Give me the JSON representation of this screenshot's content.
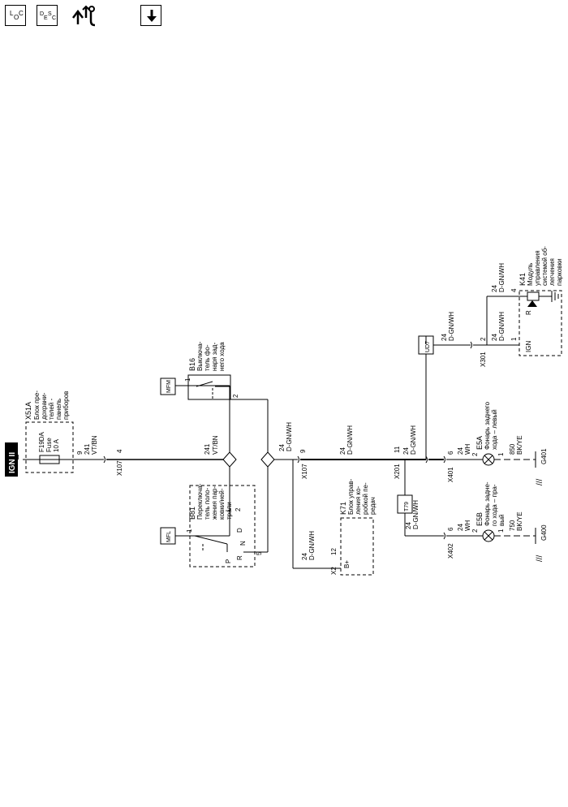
{
  "toolbar": {
    "loc_label": "LOC",
    "desc_label": "DESC",
    "icons": [
      "loc-icon",
      "desc-icon",
      "diagnostics-icon",
      "download-arrow-icon"
    ]
  },
  "diagram": {
    "ign_label": "IGN II",
    "x51a": {
      "id": "X51A",
      "desc": [
        "Блок пре-",
        "дохрани-",
        "телей -",
        "панель",
        "приборов"
      ]
    },
    "fuse": {
      "id": "F19DA",
      "line1": "Fuse",
      "rating": "10 A"
    },
    "w_vtbn": {
      "pin": "9",
      "gauge": "241",
      "color": "VT/BN"
    },
    "x107_4": {
      "conn": "X107",
      "pin": "4"
    },
    "w_vtbn2": {
      "gauge": "241",
      "color": "VT/BN"
    },
    "mfl": "MFL",
    "mfm": "MFM",
    "b16": {
      "id": "B16",
      "desc": [
        "Выключа-",
        "тель фо-",
        "наря зад-",
        "него хода"
      ],
      "pin1": "1",
      "pin2": "2"
    },
    "b81": {
      "id": "B81",
      "desc": [
        "Переключа-",
        "тель поло-",
        "жения пар-",
        "ковки/ней-",
        "трали"
      ],
      "pin1": "1",
      "pin5": "5",
      "p": "P",
      "r": "R",
      "n": "N",
      "d": "D",
      "l": "L",
      "two": "2"
    },
    "w_dgnwh_1": {
      "gauge": "24",
      "color": "D-GN/WH"
    },
    "x107_9": {
      "conn": "X107",
      "pin": "9"
    },
    "w_dgnwh_2": {
      "gauge": "24",
      "color": "D-GN/WH"
    },
    "x201_11": {
      "conn": "X201",
      "pin": "11"
    },
    "w_dgnwh_3": {
      "gauge": "24",
      "color": "D-GN/WH"
    },
    "k71": {
      "id": "K71",
      "desc": [
        "Блок управ-",
        "ления ко-",
        "робкой пе-",
        "редач"
      ],
      "conn": "X2",
      "pin": "12",
      "bplus": "B+"
    },
    "w_k71": {
      "gauge": "24",
      "color": "D-GN/WH"
    },
    "t79": "T79",
    "w_t79": {
      "gauge": "24",
      "color": "D-GN/WH"
    },
    "x402": {
      "conn": "X402",
      "pin": "6"
    },
    "w_x402": {
      "gauge": "24",
      "color": "WH"
    },
    "e5b": {
      "id": "E5B",
      "desc": [
        "Фонарь задне-",
        "го хода – пра-",
        "вый"
      ],
      "pin2": "2",
      "pin1": "1"
    },
    "w_750": {
      "gauge": "750",
      "color": "BK/YE"
    },
    "g400": "G400",
    "x401": {
      "conn": "X401",
      "pin": "6"
    },
    "w_x401": {
      "gauge": "24",
      "color": "WH"
    },
    "e5a": {
      "id": "E5A",
      "desc": [
        "Фонарь заднего",
        "хода – левый"
      ],
      "pin2": "2",
      "pin1": "1"
    },
    "w_850": {
      "gauge": "850",
      "color": "BK/YE"
    },
    "g401": "G401",
    "ud7": "UD7",
    "w_ud7": {
      "gauge": "24",
      "color": "D-GN/WH"
    },
    "x301": {
      "conn": "X301",
      "pin": "2"
    },
    "w_x301": {
      "gauge": "24",
      "color": "D-GN/WH"
    },
    "k41": {
      "id": "K41",
      "desc": [
        "Модуль",
        "управления",
        "системой об-",
        "легчения",
        "парковки"
      ],
      "ign": "IGN",
      "r": "R",
      "pin1": "1",
      "pin4": "4"
    },
    "w_k41": {
      "gauge": "24",
      "color": "D-GN/WH"
    }
  }
}
